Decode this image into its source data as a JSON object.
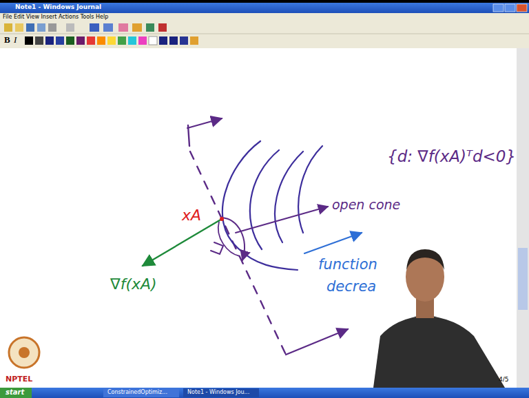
{
  "diagram": {
    "labels": [
      "Note1 - Windows Journal",
      "File Edit View Insert Actions Tools Help",
      "B",
      "I",
      "xA",
      "∇f(xA)",
      "open cone",
      "function",
      "decrea",
      "{d: ∇f(xA)ᵀd<0}",
      "4/5",
      "NPTEL",
      "start",
      "ConstrainedOptimiz...",
      "Note1 - Windows Jou..."
    ]
  }
}
